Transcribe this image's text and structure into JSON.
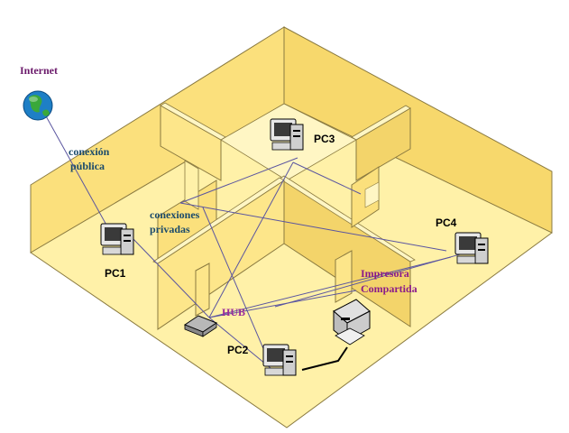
{
  "labels": {
    "internet": "Internet",
    "public_connection_line1": "conexión",
    "public_connection_line2": "pública",
    "private_connections_line1": "conexiones",
    "private_connections_line2": "privadas",
    "hub": "HUB",
    "printer_line1": "Impresora",
    "printer_line2": "Compartida"
  },
  "computers": [
    {
      "id": "pc1",
      "label": "PC1"
    },
    {
      "id": "pc2",
      "label": "PC2"
    },
    {
      "id": "pc3",
      "label": "PC3"
    },
    {
      "id": "pc4",
      "label": "PC4"
    }
  ],
  "colors": {
    "internet_label": "#6b1a6b",
    "connection_label": "#1a4a6b",
    "hub_label": "#9a2a9a",
    "printer_label": "#8a1a8a",
    "link": "#5a55a0",
    "floor": "#fff1a8",
    "wall_light": "#fde68a",
    "wall_dark": "#f3d46a",
    "wall_edge": "#8a7a40"
  }
}
